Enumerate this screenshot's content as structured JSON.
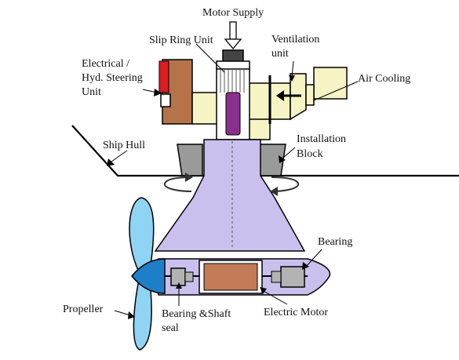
{
  "labels": {
    "motor_supply": "Motor Supply",
    "slip_ring_unit": "Slip Ring Unit",
    "ventilation_unit_line1": "Ventilation",
    "ventilation_unit_line2": "unit",
    "electrical_line1": "Electrical /",
    "electrical_line2": "Hyd. Steering",
    "electrical_line3": "Unit",
    "air_cooling": "Air Cooling",
    "ship_hull": "Ship Hull",
    "installation_block_line1": "Installation",
    "installation_block_line2": "Block",
    "bearing": "Bearing",
    "propeller": "Propeller",
    "bearing_shaft_seal_line1": "Bearing &Shaft",
    "bearing_shaft_seal_line2": "seal",
    "electric_motor": "Electric Motor"
  },
  "colors": {
    "pod": "#c9c0ee",
    "cooling_duct": "#f6f3c4",
    "steering_unit": "#b5734a",
    "steering_indicator": "#dd1c24",
    "motor_rotor": "#c27a57",
    "slip_ring": "#8a2f8c",
    "propeller_blade": "#8fd4f2",
    "propeller_hub": "#1e7fc9",
    "install_block": "#9a9a9a",
    "bearing_block": "#b3b3b3"
  }
}
